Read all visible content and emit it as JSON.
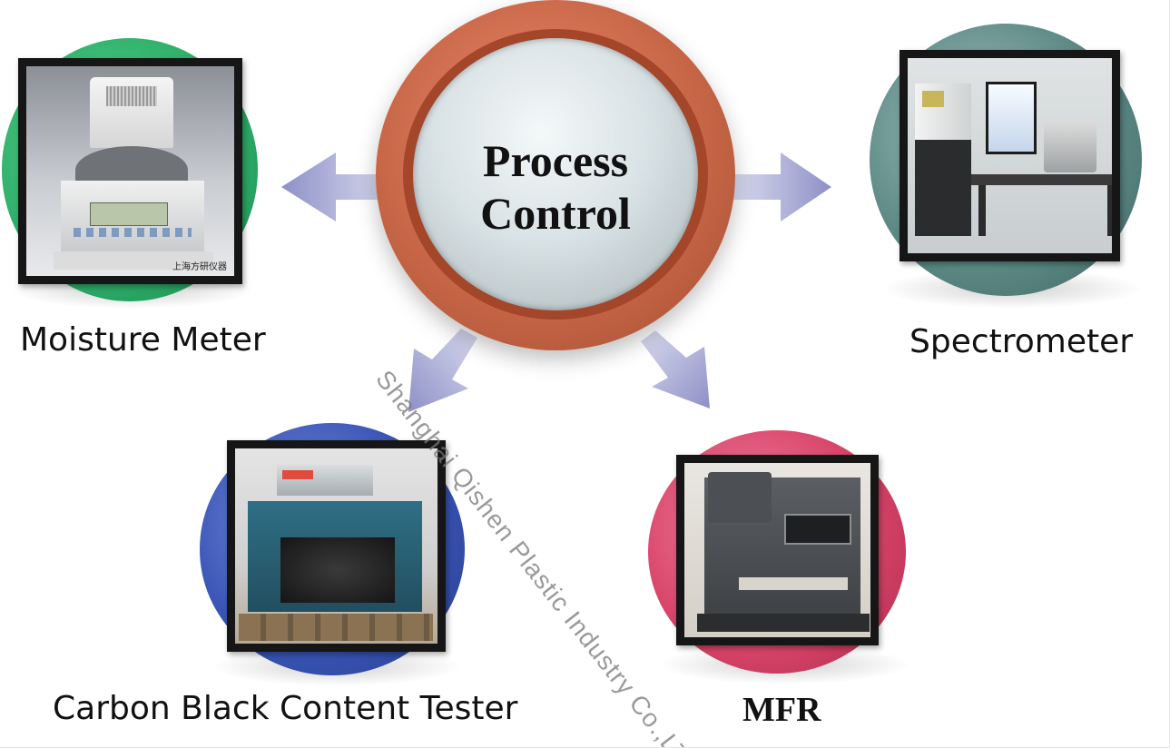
{
  "center": {
    "line1": "Process",
    "line2": "Control"
  },
  "items": {
    "moisture_meter": {
      "label": "Moisture Meter",
      "photo_caption": "上海方研仪器",
      "disc_color": "#2fb06a"
    },
    "spectrometer": {
      "label": "Spectrometer",
      "disc_color": "#5e8a86"
    },
    "carbon_black": {
      "label": "Carbon Black Content Tester",
      "disc_color": "#3a55b5"
    },
    "mfr": {
      "label": "MFR",
      "disc_color": "#d9456a"
    }
  },
  "watermark": "Shanghai Qishen Plastic Industry Co.,LTD",
  "colors": {
    "arrow": "#9a9cd0",
    "center_outer": "#c86747"
  }
}
